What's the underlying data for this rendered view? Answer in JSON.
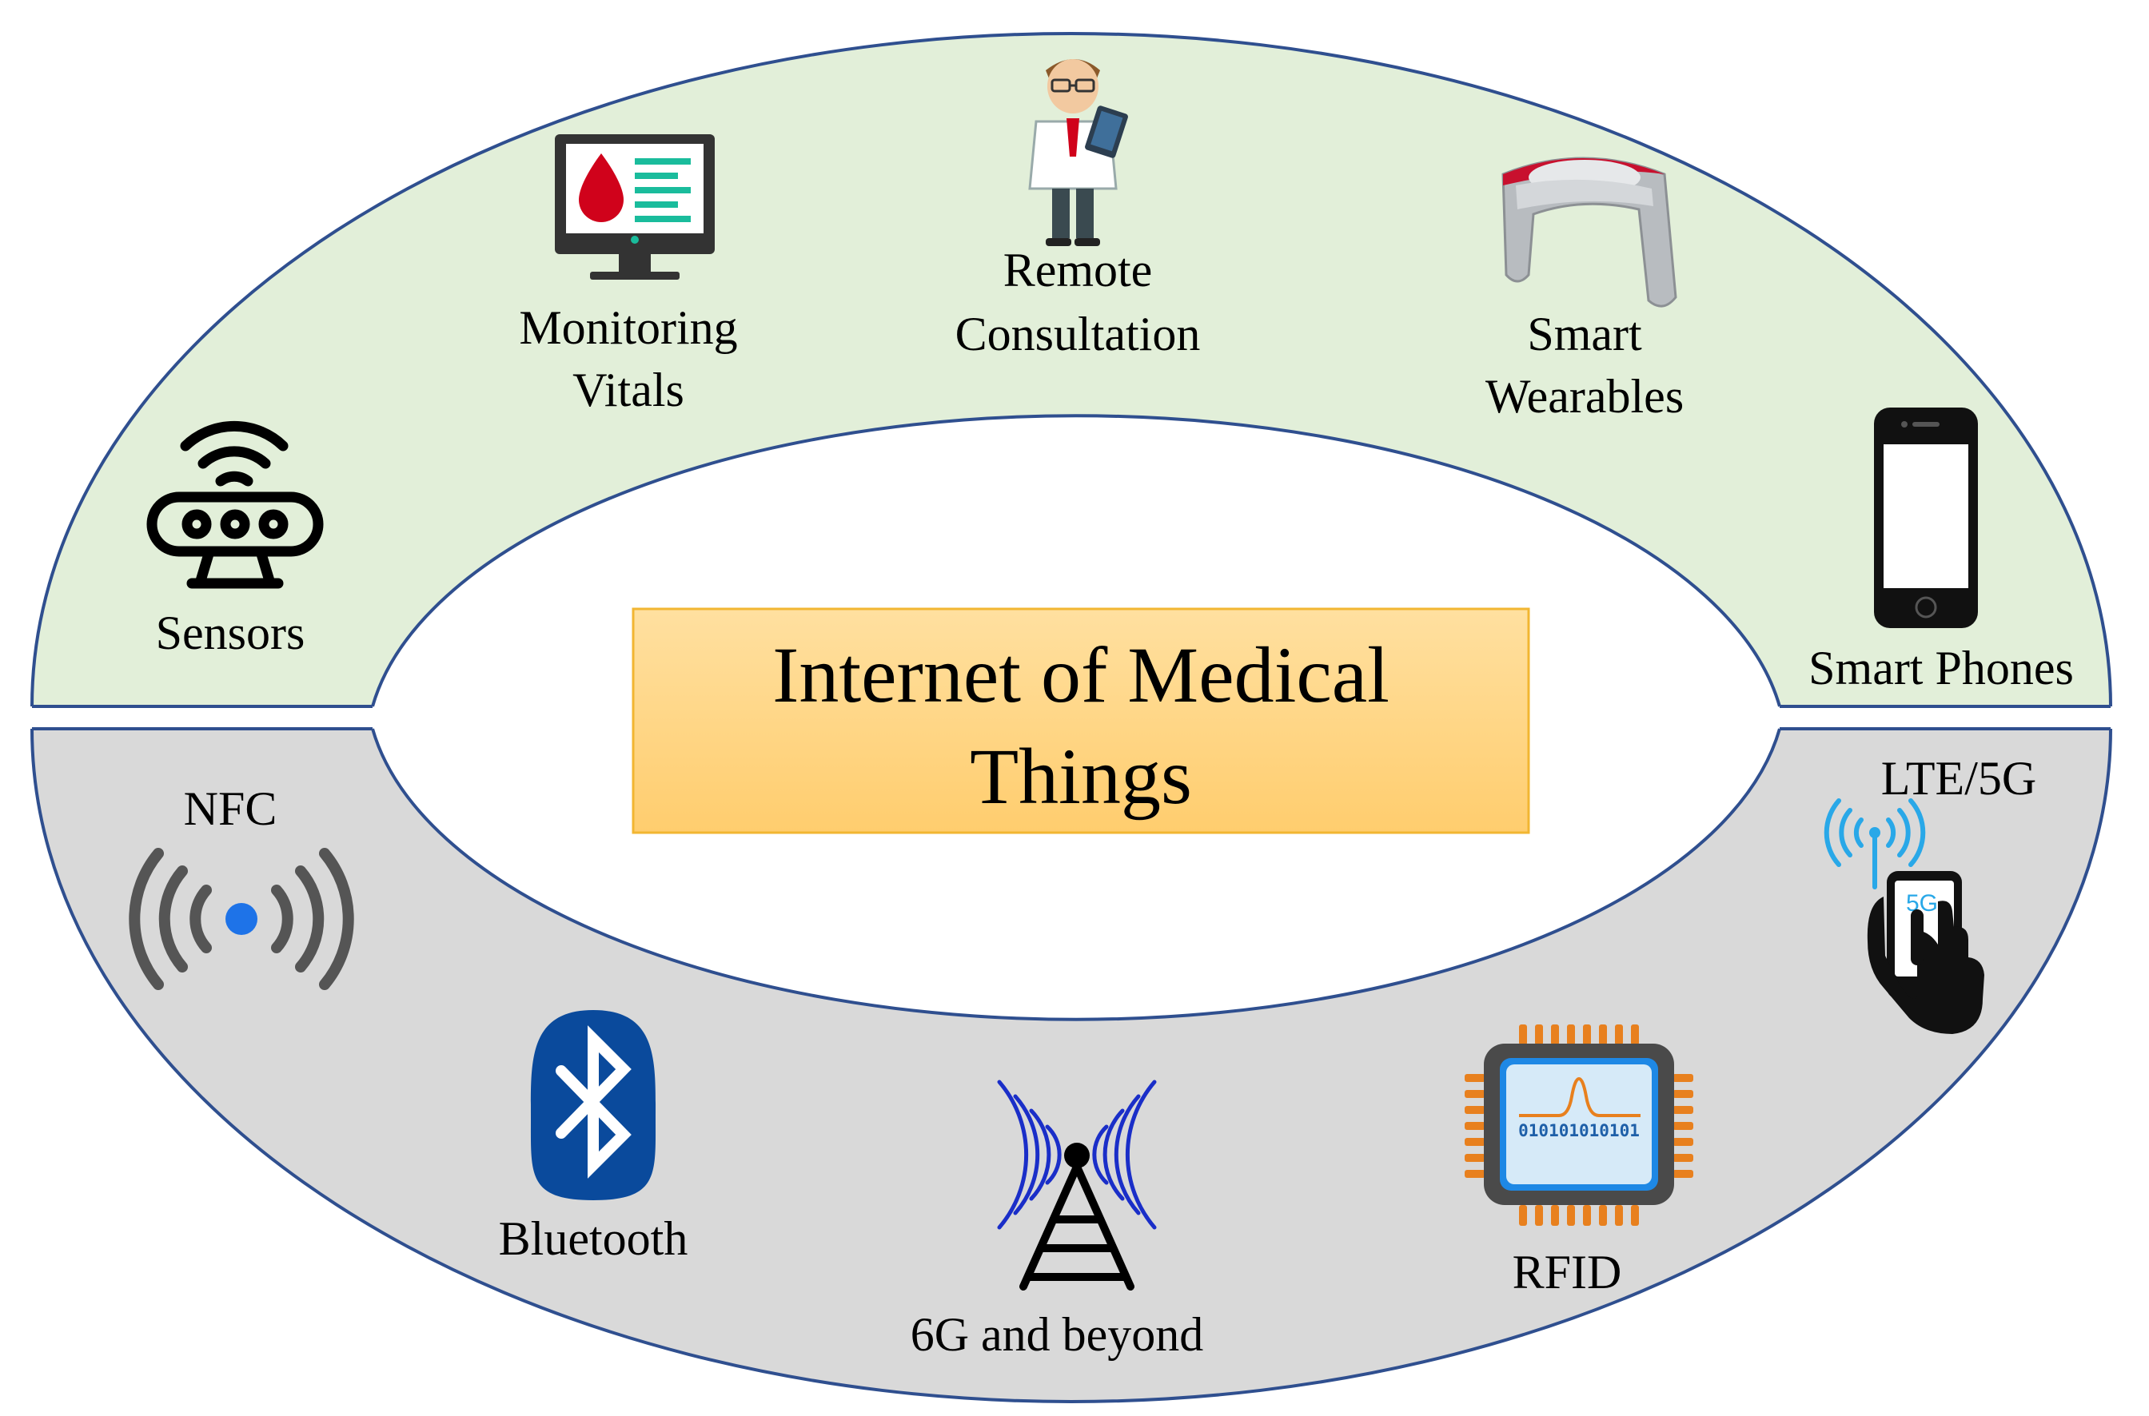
{
  "title": {
    "line1": "Internet of Medical",
    "line2": "Things"
  },
  "top_band": {
    "fill": "#e2efd9",
    "items": [
      {
        "id": "sensors",
        "lines": [
          "Sensors"
        ],
        "icon": "sensor-icon"
      },
      {
        "id": "monitoring",
        "lines": [
          "Monitoring",
          "Vitals"
        ],
        "icon": "monitor-blood-drop-icon"
      },
      {
        "id": "consultation",
        "lines": [
          "Remote",
          "Consultation"
        ],
        "icon": "doctor-icon"
      },
      {
        "id": "wearables",
        "lines": [
          "Smart",
          "Wearables"
        ],
        "icon": "wearable-band-icon"
      },
      {
        "id": "phones",
        "lines": [
          "Smart Phones"
        ],
        "icon": "smartphone-icon"
      }
    ]
  },
  "bottom_band": {
    "fill": "#d9d9d9",
    "items": [
      {
        "id": "nfc",
        "lines": [
          "NFC"
        ],
        "icon": "nfc-icon"
      },
      {
        "id": "bluetooth",
        "lines": [
          "Bluetooth"
        ],
        "icon": "bluetooth-icon"
      },
      {
        "id": "sixg",
        "lines": [
          "6G and beyond"
        ],
        "icon": "radio-tower-icon"
      },
      {
        "id": "rfid",
        "lines": [
          "RFID"
        ],
        "icon": "rfid-chip-icon"
      },
      {
        "id": "lte",
        "lines": [
          "LTE/5G"
        ],
        "icon": "hand-5g-phone-icon"
      }
    ]
  },
  "colors": {
    "ring_stroke": "#2f4f8f",
    "title_fill": "#ffd27a",
    "title_stroke": "#f2b632",
    "bluetooth": "#0a4a9c",
    "signal_blue": "#1e88e5",
    "rfid_orange": "#e8801e"
  }
}
